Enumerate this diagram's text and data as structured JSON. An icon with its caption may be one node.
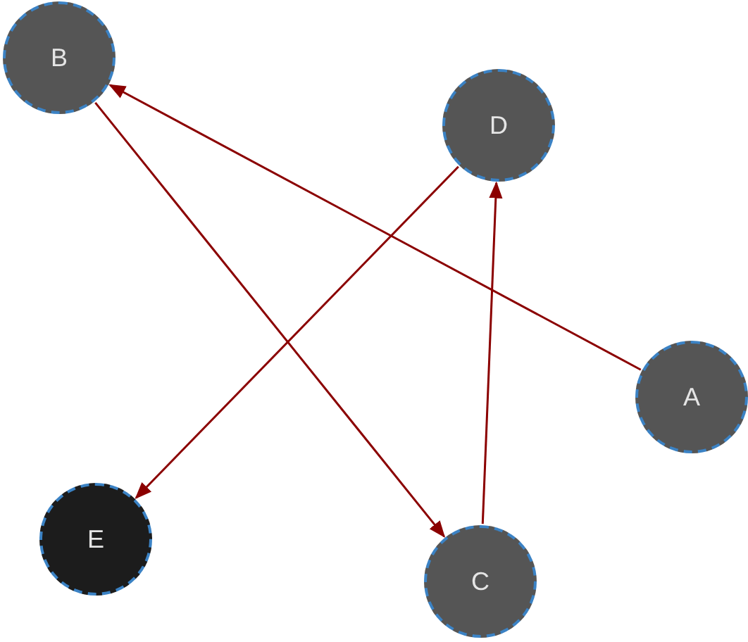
{
  "diagram": {
    "nodes": [
      {
        "text": [
          "B"
        ]
      },
      {
        "text": [
          "D"
        ]
      },
      {
        "text": [
          "A"
        ]
      },
      {
        "text": [
          "E"
        ]
      },
      {
        "text": [
          "C"
        ]
      }
    ],
    "edges": [
      {
        "from": 2,
        "to": 0,
        "arrow": "to"
      },
      {
        "from": 0,
        "to": 4,
        "arrow": "to"
      },
      {
        "from": 1,
        "to": 3,
        "arrow": "to"
      },
      {
        "from": 4,
        "to": 1,
        "arrow": "to"
      }
    ]
  }
}
